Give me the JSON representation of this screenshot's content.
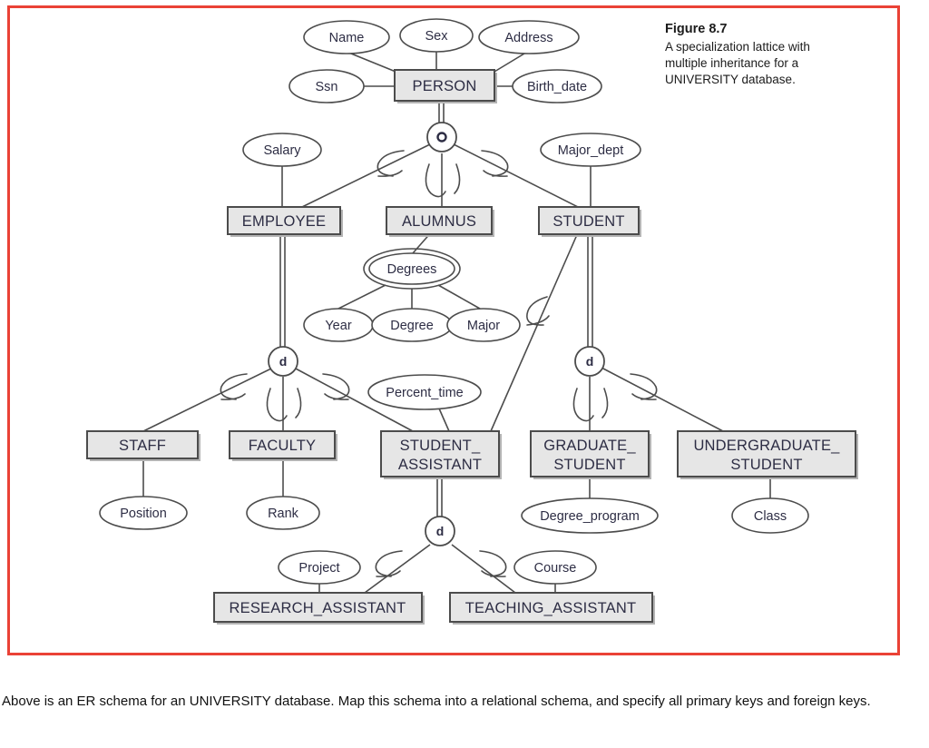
{
  "figure": {
    "title": "Figure 8.7",
    "description": "A specialization lattice with multiple inheritance for a UNIVERSITY database.",
    "frame_color": "#ea4236"
  },
  "task": {
    "text": "Above is an ER schema for an UNIVERSITY database. Map this schema into a relational schema, and specify all primary keys and foreign keys."
  },
  "entities": {
    "person": "PERSON",
    "employee": "EMPLOYEE",
    "alumnus": "ALUMNUS",
    "student": "STUDENT",
    "staff": "STAFF",
    "faculty": "FACULTY",
    "student_assistant_line1": "STUDENT_",
    "student_assistant_line2": "ASSISTANT",
    "graduate_student_line1": "GRADUATE_",
    "graduate_student_line2": "STUDENT",
    "undergraduate_student_line1": "UNDERGRADUATE_",
    "undergraduate_student_line2": "STUDENT",
    "research_assistant": "RESEARCH_ASSISTANT",
    "teaching_assistant": "TEACHING_ASSISTANT"
  },
  "attributes": {
    "name": "Name",
    "sex": "Sex",
    "address": "Address",
    "ssn": "Ssn",
    "birth_date": "Birth_date",
    "salary": "Salary",
    "major_dept": "Major_dept",
    "degrees": "Degrees",
    "year": "Year",
    "degree": "Degree",
    "major": "Major",
    "percent_time": "Percent_time",
    "position": "Position",
    "rank": "Rank",
    "degree_program": "Degree_program",
    "class": "Class",
    "project": "Project",
    "course": "Course"
  },
  "constraint_circles": {
    "person_spec": "o",
    "employee_spec": "d",
    "student_spec": "d",
    "assistant_spec": "d"
  },
  "chart_data": {
    "type": "diagram",
    "notation": "EER specialization lattice",
    "superclass": "PERSON",
    "specializations": [
      {
        "parent": "PERSON",
        "constraint": "o",
        "meaning": "overlapping",
        "children": [
          "EMPLOYEE",
          "ALUMNUS",
          "STUDENT"
        ],
        "total": false
      },
      {
        "parent": "EMPLOYEE",
        "constraint": "d",
        "meaning": "disjoint",
        "children": [
          "STAFF",
          "FACULTY",
          "STUDENT_ASSISTANT"
        ],
        "total": false
      },
      {
        "parent": "STUDENT",
        "constraint": "d",
        "meaning": "disjoint",
        "children": [
          "GRADUATE_STUDENT",
          "UNDERGRADUATE_STUDENT"
        ],
        "total": false
      },
      {
        "parent": "STUDENT_ASSISTANT",
        "constraint": "d",
        "meaning": "disjoint",
        "children": [
          "RESEARCH_ASSISTANT",
          "TEACHING_ASSISTANT"
        ],
        "total": false
      }
    ],
    "shared_subclasses": [
      {
        "subclass": "STUDENT_ASSISTANT",
        "superclasses": [
          "EMPLOYEE",
          "STUDENT"
        ]
      }
    ],
    "entity_attributes": [
      {
        "entity": "PERSON",
        "attributes": [
          "Name",
          "Sex",
          "Address",
          "Ssn",
          "Birth_date"
        ]
      },
      {
        "entity": "EMPLOYEE",
        "attributes": [
          "Salary"
        ]
      },
      {
        "entity": "ALUMNUS",
        "attributes": [
          "Degrees"
        ]
      },
      {
        "entity": "STUDENT",
        "attributes": [
          "Major_dept"
        ]
      },
      {
        "entity": "STAFF",
        "attributes": [
          "Position"
        ]
      },
      {
        "entity": "FACULTY",
        "attributes": [
          "Rank"
        ]
      },
      {
        "entity": "STUDENT_ASSISTANT",
        "attributes": [
          "Percent_time"
        ]
      },
      {
        "entity": "GRADUATE_STUDENT",
        "attributes": [
          "Degree_program"
        ]
      },
      {
        "entity": "UNDERGRADUATE_STUDENT",
        "attributes": [
          "Class"
        ]
      },
      {
        "entity": "RESEARCH_ASSISTANT",
        "attributes": [
          "Project"
        ]
      },
      {
        "entity": "TEACHING_ASSISTANT",
        "attributes": [
          "Course"
        ]
      }
    ],
    "composite_multivalued_attributes": [
      {
        "name": "Degrees",
        "owner": "ALUMNUS",
        "components": [
          "Year",
          "Degree",
          "Major"
        ]
      }
    ]
  }
}
